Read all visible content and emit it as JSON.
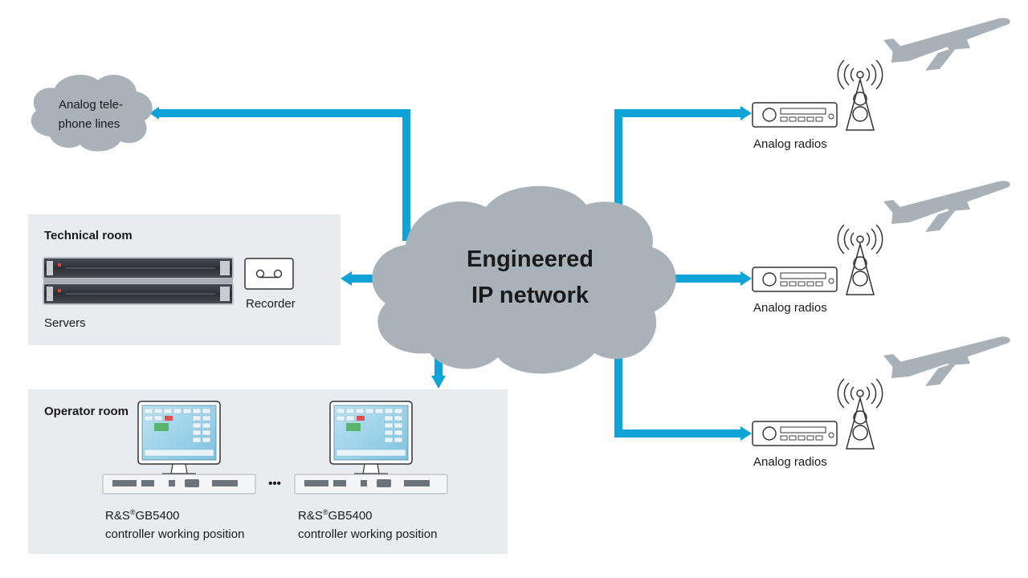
{
  "network": {
    "line1": "Engineered",
    "line2": "IP network"
  },
  "phone_cloud": {
    "line1": "Analog tele-",
    "line2": "phone lines"
  },
  "technical_room": {
    "title": "Technical room",
    "servers_label": "Servers",
    "recorder_label": "Recorder"
  },
  "operator_room": {
    "title": "Operator room",
    "ellipsis": "•••",
    "positions": [
      {
        "brand": "R&S",
        "reg": "®",
        "model": "GB5400",
        "subtitle": "controller working position"
      },
      {
        "brand": "R&S",
        "reg": "®",
        "model": "GB5400",
        "subtitle": "controller working position"
      }
    ]
  },
  "radios": [
    {
      "label": "Analog radios"
    },
    {
      "label": "Analog radios"
    },
    {
      "label": "Analog radios"
    }
  ],
  "colors": {
    "link": "#0fa3d8",
    "cloud": "#a9b2b9",
    "room_bg": "#e9ecee",
    "aircraft": "#a8b1b8",
    "text": "#1a1a1a"
  }
}
